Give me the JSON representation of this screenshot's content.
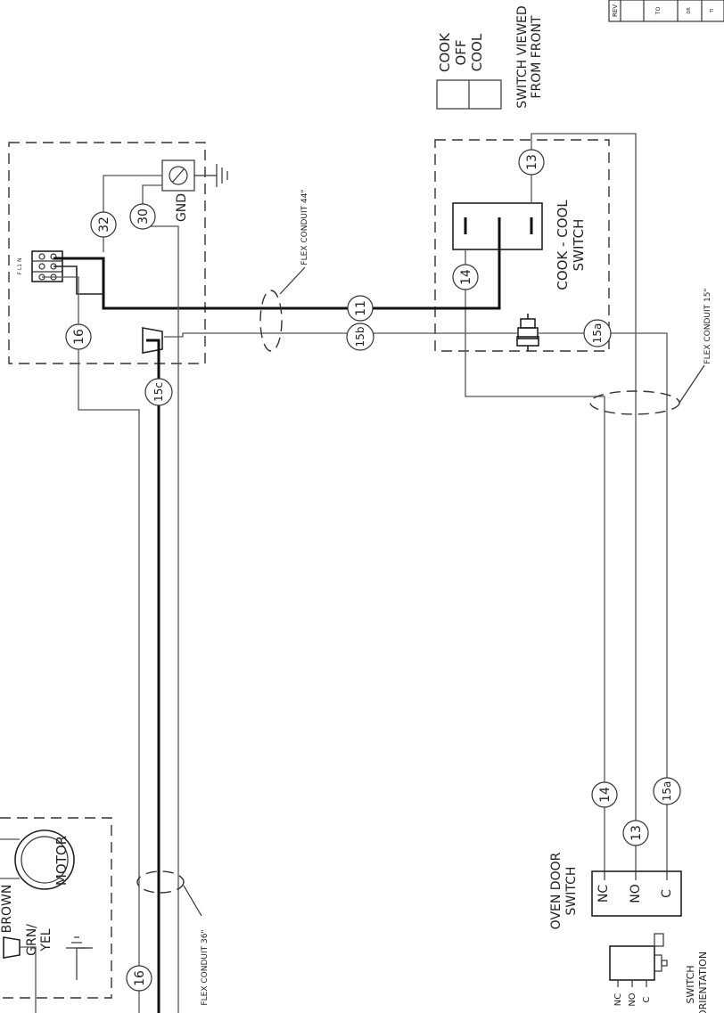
{
  "labels": {
    "cook": "COOK",
    "off": "OFF",
    "cool": "COOL",
    "switch_viewed": "SWITCH VIEWED",
    "from_front": "FROM FRONT",
    "cook_cool_line1": "COOK - COOL",
    "cook_cool_line2": "SWITCH",
    "gnd": "GND",
    "flex_conduit_44": "FLEX CONDUIT 44\"",
    "flex_conduit_15": "FLEX CONDUIT 15\"",
    "flex_conduit_36": "FLEX CONDUIT 36\"",
    "oven_door_line1": "OVEN DOOR",
    "oven_door_line2": "SWITCH",
    "motor": "MOTOR",
    "brown": "BROWN",
    "grn": "GRN/",
    "yel": "YEL",
    "switch_orientation_line1": "SWITCH",
    "switch_orientation_line2": "ORIENTATION",
    "terminal_label": "F L1 N",
    "door_terminals": [
      "NC",
      "NO",
      "C"
    ],
    "orientation_terminals": [
      "NC",
      "NO",
      "C"
    ],
    "title_block": [
      "REV",
      "TO",
      "DR",
      "TI"
    ]
  },
  "wire_numbers": {
    "w13_top": "13",
    "w14_top": "14",
    "w11": "11",
    "w15b": "15b",
    "w15a_top": "15a",
    "w32": "32",
    "w30": "30",
    "w16_top": "16",
    "w15c": "15c",
    "w14_bottom": "14",
    "w13_bottom": "13",
    "w15a_bottom": "15a",
    "w16_bottom": "16"
  }
}
